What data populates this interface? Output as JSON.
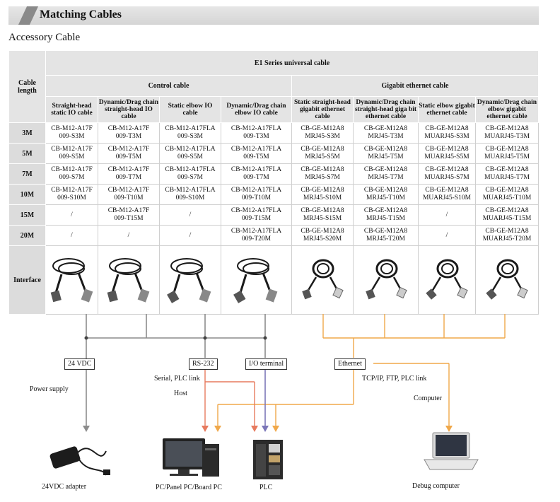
{
  "banner": {
    "title": "Matching Cables"
  },
  "section_title": "Accessory Cable",
  "table": {
    "cable_length_header": "Cable length",
    "main_header": "E1 Series universal cable",
    "groups": [
      "Control cable",
      "Gigabit ethernet cable"
    ],
    "columns": [
      "Straight-head static IO cable",
      "Dynamic/Drag chain straight-head IO cable",
      "Static elbow IO cable",
      "Dynamic/Drag chain elbow IO cable",
      "Static straight-head gigabit ethernet cable",
      "Dynamic/Drag chain straight-head giga bit ethernet cable",
      "Static elbow gigabit ethernet cable",
      "Dynamic/Drag chain elbow gigabit ethernet cable"
    ],
    "rows": [
      {
        "length": "3M",
        "cells": [
          [
            "CB-M12-A17F",
            "009-S3M"
          ],
          [
            "CB-M12-A17F",
            "009-T3M"
          ],
          [
            "CB-M12-A17FLA",
            "009-S3M"
          ],
          [
            "CB-M12-A17FLA",
            "009-T3M"
          ],
          [
            "CB-GE-M12A8",
            "MRJ45-S3M"
          ],
          [
            "CB-GE-M12A8",
            "MRJ45-T3M"
          ],
          [
            "CB-GE-M12A8",
            "MUARJ45-S3M"
          ],
          [
            "CB-GE-M12A8",
            "MUARJ45-T3M"
          ]
        ]
      },
      {
        "length": "5M",
        "cells": [
          [
            "CB-M12-A17F",
            "009-S5M"
          ],
          [
            "CB-M12-A17F",
            "009-T5M"
          ],
          [
            "CB-M12-A17FLA",
            "009-S5M"
          ],
          [
            "CB-M12-A17FLA",
            "009-T5M"
          ],
          [
            "CB-GE-M12A8",
            "MRJ45-S5M"
          ],
          [
            "CB-GE-M12A8",
            "MRJ45-T5M"
          ],
          [
            "CB-GE-M12A8",
            "MUARJ45-S5M"
          ],
          [
            "CB-GE-M12A8",
            "MUARJ45-T5M"
          ]
        ]
      },
      {
        "length": "7M",
        "cells": [
          [
            "CB-M12-A17F",
            "009-S7M"
          ],
          [
            "CB-M12-A17F",
            "009-T7M"
          ],
          [
            "CB-M12-A17FLA",
            "009-S7M"
          ],
          [
            "CB-M12-A17FLA",
            "009-T7M"
          ],
          [
            "CB-GE-M12A8",
            "MRJ45-S7M"
          ],
          [
            "CB-GE-M12A8",
            "MRJ45-T7M"
          ],
          [
            "CB-GE-M12A8",
            "MUARJ45-S7M"
          ],
          [
            "CB-GE-M12A8",
            "MUARJ45-T7M"
          ]
        ]
      },
      {
        "length": "10M",
        "cells": [
          [
            "CB-M12-A17F",
            "009-S10M"
          ],
          [
            "CB-M12-A17F",
            "009-T10M"
          ],
          [
            "CB-M12-A17FLA",
            "009-S10M"
          ],
          [
            "CB-M12-A17FLA",
            "009-T10M"
          ],
          [
            "CB-GE-M12A8",
            "MRJ45-S10M"
          ],
          [
            "CB-GE-M12A8",
            "MRJ45-T10M"
          ],
          [
            "CB-GE-M12A8",
            "MUARJ45-S10M"
          ],
          [
            "CB-GE-M12A8",
            "MUARJ45-T10M"
          ]
        ]
      },
      {
        "length": "15M",
        "cells": [
          [
            "/",
            ""
          ],
          [
            "CB-M12-A17F",
            "009-T15M"
          ],
          [
            "/",
            ""
          ],
          [
            "CB-M12-A17FLA",
            "009-T15M"
          ],
          [
            "CB-GE-M12A8",
            "MRJ45-S15M"
          ],
          [
            "CB-GE-M12A8",
            "MRJ45-T15M"
          ],
          [
            "/",
            ""
          ],
          [
            "CB-GE-M12A8",
            "MUARJ45-T15M"
          ]
        ]
      },
      {
        "length": "20M",
        "cells": [
          [
            "/",
            ""
          ],
          [
            "/",
            ""
          ],
          [
            "/",
            ""
          ],
          [
            "CB-M12-A17FLA",
            "009-T20M"
          ],
          [
            "CB-GE-M12A8",
            "MRJ45-S20M"
          ],
          [
            "CB-GE-M12A8",
            "MRJ45-T20M"
          ],
          [
            "/",
            ""
          ],
          [
            "CB-GE-M12A8",
            "MUARJ45-T20M"
          ]
        ]
      }
    ],
    "interface_label": "Interface"
  },
  "diagram": {
    "box_24vdc": "24 VDC",
    "box_rs232": "RS-232",
    "box_io": "I/O terminal",
    "box_ethernet": "Ethernet",
    "power_supply": "Power supply",
    "serial_plc_link": "Serial, PLC link",
    "host": "Host",
    "tcp_ip": "TCP/IP, FTP, PLC link",
    "computer": "Computer",
    "adapter_label": "24VDC adapter",
    "pc_label": "PC/Panel PC/Board PC",
    "plc_label": "PLC",
    "debug_label": "Debug computer",
    "colors": {
      "gray_line": "#8c8c8c",
      "orange_line": "#f0a84a",
      "red_line": "#e77a5e",
      "purple_line": "#7b76b8",
      "salmon_line": "#f2b3a0"
    }
  }
}
